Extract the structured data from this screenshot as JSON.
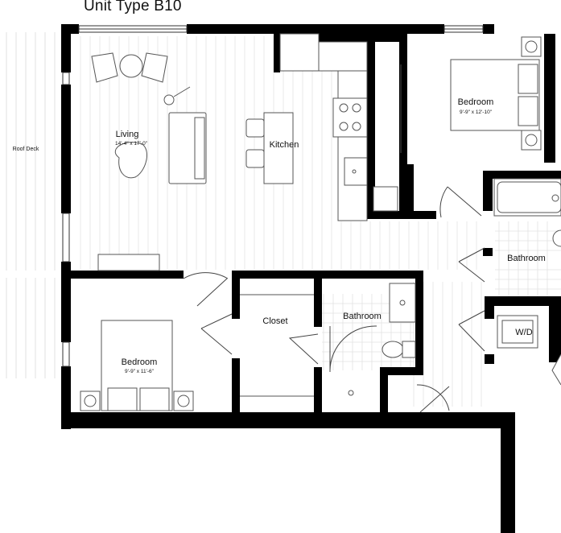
{
  "title": "Unit Type B10",
  "rooms": {
    "roof_deck": "Roof Deck",
    "living": "Living",
    "living_dims": "14'-4\" x 17'-0\"",
    "kitchen": "Kitchen",
    "bedroom_upper": "Bedroom",
    "bedroom_upper_dims": "9'-9\" x 12'-10\"",
    "bedroom_lower": "Bedroom",
    "bedroom_lower_dims": "9'-9\" x 11'-6\"",
    "closet": "Closet",
    "bathroom_center": "Bathroom",
    "bathroom_right": "Bathroom",
    "laundry": "W/D"
  },
  "colors": {
    "wall": "#000000",
    "line": "#555555",
    "floor_line": "#d8d8d8",
    "background": "#ffffff"
  }
}
